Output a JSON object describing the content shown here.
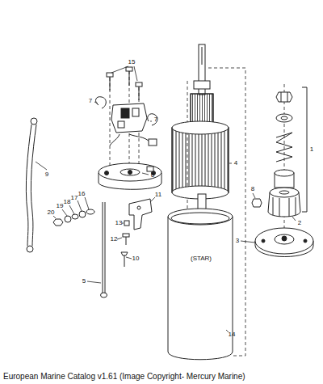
{
  "diagram": {
    "caption": "European Marine Catalog v1.61 (Image Copyright- Mercury Marine)",
    "labels": [
      "15",
      "7",
      "7",
      "9",
      "6",
      "11",
      "16",
      "17",
      "18",
      "19",
      "20",
      "13",
      "12",
      "10",
      "5",
      "4",
      "1",
      "8",
      "2",
      "3",
      "(STAR)",
      "14"
    ]
  }
}
